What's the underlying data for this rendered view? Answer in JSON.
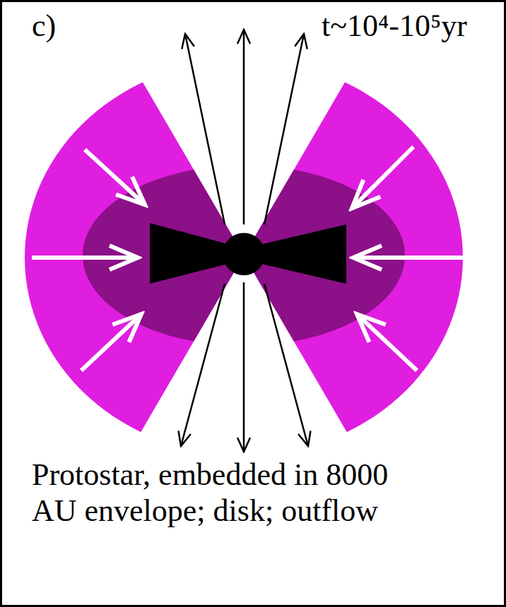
{
  "diagram": {
    "caption": "Protostar, embedded in 8000 AU envelope; disk; outflow",
    "labels": [
      "c)",
      "t~10⁴-10⁵yr"
    ]
  }
}
